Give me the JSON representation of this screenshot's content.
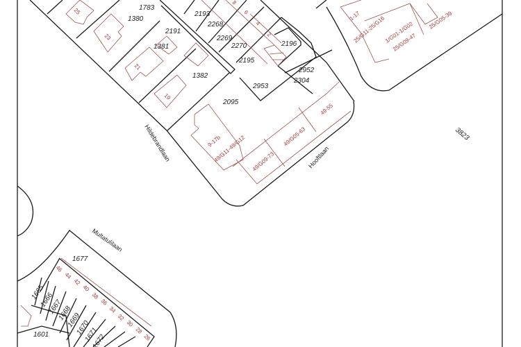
{
  "parcels": [
    "1783",
    "1380",
    "2191",
    "1381",
    "1382",
    "2193",
    "2268",
    "2269",
    "2270",
    "2195",
    "2196",
    "2952",
    "2304",
    "2953",
    "2095",
    "3823",
    "1677",
    "1665",
    "1666",
    "1667",
    "1668",
    "1669",
    "1670",
    "1671",
    "1672",
    "1601"
  ],
  "house_numbers": [
    "25",
    "23",
    "21",
    "19",
    "8",
    "6",
    "4",
    "2",
    "1-17",
    "25/G11-25/G16",
    "1/G01-1/G02",
    "25/G09-47",
    "25/G05-39",
    "9-17b",
    "49/G11-49/G12",
    "49/G09-73",
    "49/G05-63",
    "49-55",
    "46",
    "44",
    "42",
    "40",
    "38",
    "36",
    "34",
    "32",
    "30",
    "28",
    "26"
  ],
  "streets": [
    "Hildebrandlaan",
    "Hooftlaan",
    "Multatulilaan"
  ],
  "colors": {
    "boundary": "#1a1a1a",
    "building": "#a0524f"
  }
}
